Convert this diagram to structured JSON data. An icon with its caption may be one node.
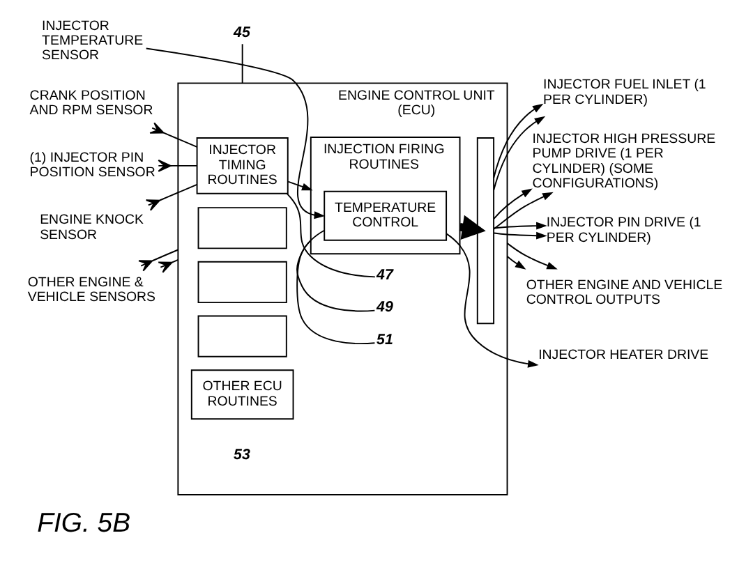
{
  "diagram": {
    "caption": "FIG. 5B",
    "nodes": [
      {
        "text": [
          "ENGINE CONTROL UNIT (ECU)"
        ]
      },
      {
        "text": [
          "INJECTOR TIMING ROUTINES"
        ],
        "in": 0
      },
      {
        "text": [
          "INJECTION FIRING ROUTINES"
        ],
        "in": 0
      },
      {
        "text": [
          "TEMPERATURE CONTROL"
        ],
        "in": 2
      },
      {
        "text": [],
        "shape": "box",
        "in": 0
      },
      {
        "text": [],
        "shape": "box",
        "in": 0
      },
      {
        "text": [],
        "shape": "box",
        "in": 0
      },
      {
        "text": [
          "OTHER ECU ROUTINES"
        ],
        "in": 0
      },
      {
        "text": [],
        "shape": "bar",
        "in": 0
      },
      {
        "text": [
          "CRANK POSITION AND RPM SENSOR"
        ]
      },
      {
        "text": [
          "(1) INJECTOR PIN POSITION SENSOR"
        ]
      },
      {
        "text": [
          "ENGINE KNOCK SENSOR"
        ]
      },
      {
        "text": [
          "INJECTOR TEMPERATURE SENSOR"
        ]
      },
      {
        "text": [
          "OTHER ENGINE & VEHICLE SENSORS"
        ]
      },
      {
        "text": [
          "INJECTOR HEATER DRIVE"
        ]
      },
      {
        "text": [
          "INJECTOR FUEL INLET (1 PER CYLINDER)"
        ]
      },
      {
        "text": [
          "INJECTOR HIGH PRESSURE PUMP DRIVE (1 PER CYLINDER) (SOME CONFIGURATIONS)"
        ]
      },
      {
        "text": [
          "INJECTOR PIN DRIVE (1 PER CYLINDER)"
        ]
      },
      {
        "text": [
          "OTHER ENGINE AND VEHICLE CONTROL OUTPUTS"
        ]
      },
      {
        "text": [
          "45"
        ]
      },
      {
        "text": [
          "47"
        ],
        "in": 0
      },
      {
        "text": [
          "49"
        ],
        "in": 0
      },
      {
        "text": [
          "51"
        ],
        "in": 0
      }
    ],
    "edges": [
      {
        "from": 9,
        "to": 1,
        "arrow": "other"
      },
      {
        "from": 10,
        "to": 1,
        "arrow": "other"
      },
      {
        "from": 11,
        "to": 1,
        "arrow": "other"
      },
      {
        "from": 1,
        "to": 2,
        "arrow": "to"
      },
      {
        "from": 12,
        "to": 3,
        "arrow": "to"
      },
      {
        "from": 3,
        "to": 14,
        "arrow": "to"
      },
      {
        "from": 2,
        "to": 8,
        "arrow": "to",
        "style": "thick"
      },
      {
        "from": 8,
        "to": 15,
        "arrow": "to"
      },
      {
        "from": 8,
        "to": 15,
        "arrow": "to"
      },
      {
        "from": 8,
        "to": 16,
        "arrow": "to"
      },
      {
        "from": 8,
        "to": 16,
        "arrow": "to"
      },
      {
        "from": 8,
        "to": 17,
        "arrow": "to"
      },
      {
        "from": 8,
        "to": 17,
        "arrow": "to"
      },
      {
        "from": 13,
        "to": 0,
        "arrow": "other"
      },
      {
        "from": 13,
        "to": 0,
        "arrow": "other"
      },
      {
        "from": 0,
        "to": 18,
        "arrow": "to"
      },
      {
        "from": 0,
        "to": 18,
        "arrow": "to"
      },
      {
        "from": 19,
        "to": 0,
        "arrow": "none"
      },
      {
        "from": 20,
        "to": 1,
        "arrow": "none"
      },
      {
        "from": 21,
        "to": 2,
        "arrow": "none"
      },
      {
        "from": 22,
        "to": 3,
        "arrow": "none"
      }
    ],
    "labels": [
      "53"
    ]
  }
}
